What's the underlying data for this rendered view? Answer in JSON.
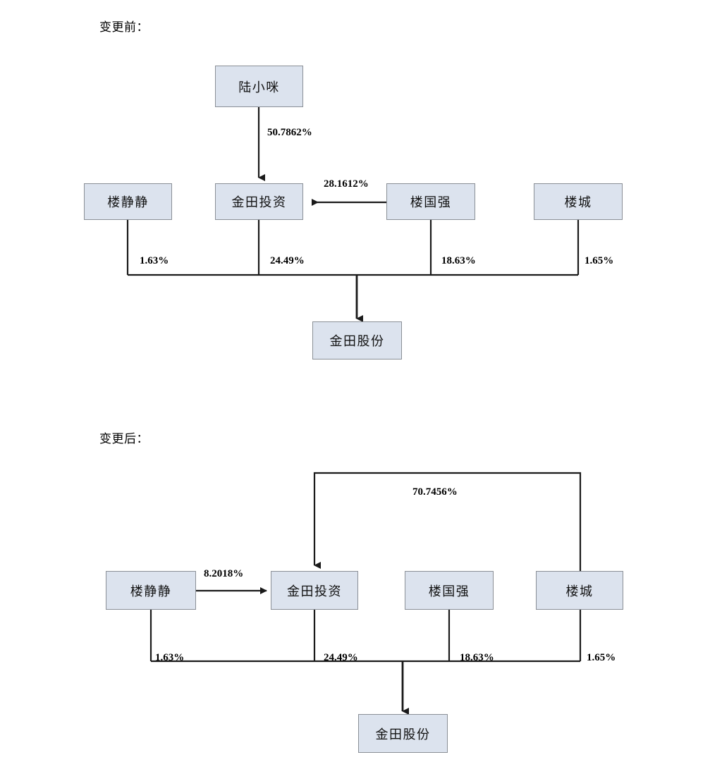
{
  "document": {
    "type": "ownership-structure-diagram",
    "colors": {
      "node_fill": "#dce3ee",
      "node_border": "#8a8f96",
      "line": "#1a1a1a",
      "text": "#000000",
      "background": "#ffffff"
    }
  },
  "diagrams": [
    {
      "id": "before",
      "title": "变更前：",
      "nodes": [
        {
          "id": "before-luxiaomi",
          "label": "陆小咪"
        },
        {
          "id": "before-loujingjing",
          "label": "楼静静"
        },
        {
          "id": "before-jintian-touzi",
          "label": "金田投资"
        },
        {
          "id": "before-louguoqiang",
          "label": "楼国强"
        },
        {
          "id": "before-loucheng",
          "label": "楼城"
        },
        {
          "id": "before-jintian-gufen",
          "label": "金田股份"
        }
      ],
      "edges": [
        {
          "id": "before-e1",
          "from": "陆小咪",
          "to": "金田投资",
          "label": "50.7862%"
        },
        {
          "id": "before-e2",
          "from": "楼国强",
          "to": "金田投资",
          "label": "28.1612%"
        },
        {
          "id": "before-e3",
          "from": "楼静静",
          "to": "金田股份",
          "label": "1.63%"
        },
        {
          "id": "before-e4",
          "from": "金田投资",
          "to": "金田股份",
          "label": "24.49%"
        },
        {
          "id": "before-e5",
          "from": "楼国强",
          "to": "金田股份",
          "label": "18.63%"
        },
        {
          "id": "before-e6",
          "from": "楼城",
          "to": "金田股份",
          "label": "1.65%"
        }
      ]
    },
    {
      "id": "after",
      "title": "变更后：",
      "nodes": [
        {
          "id": "after-loujingjing",
          "label": "楼静静"
        },
        {
          "id": "after-jintian-touzi",
          "label": "金田投资"
        },
        {
          "id": "after-louguoqiang",
          "label": "楼国强"
        },
        {
          "id": "after-loucheng",
          "label": "楼城"
        },
        {
          "id": "after-jintian-gufen",
          "label": "金田股份"
        }
      ],
      "edges": [
        {
          "id": "after-e1",
          "from": "楼城",
          "to": "金田投资",
          "label": "70.7456%"
        },
        {
          "id": "after-e2",
          "from": "楼静静",
          "to": "金田投资",
          "label": "8.2018%"
        },
        {
          "id": "after-e3",
          "from": "楼静静",
          "to": "金田股份",
          "label": "1.63%"
        },
        {
          "id": "after-e4",
          "from": "金田投资",
          "to": "金田股份",
          "label": "24.49%"
        },
        {
          "id": "after-e5",
          "from": "楼国强",
          "to": "金田股份",
          "label": "18.63%"
        },
        {
          "id": "after-e6",
          "from": "楼城",
          "to": "金田股份",
          "label": "1.65%"
        }
      ]
    }
  ]
}
